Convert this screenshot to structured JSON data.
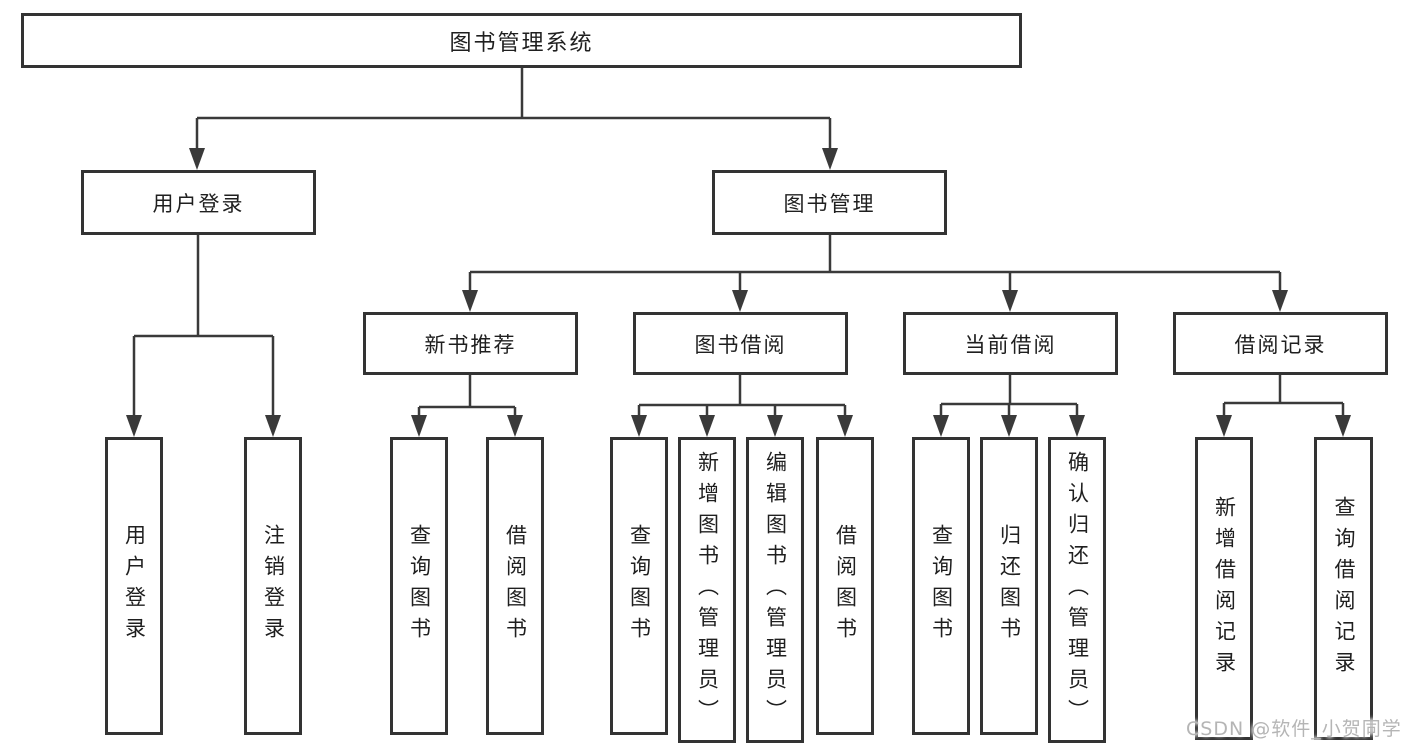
{
  "watermark": "CSDN @软件_小贺同学",
  "colors": {
    "line": "#3a3a3a",
    "box_border": "#333333",
    "text": "#1f1f1f",
    "watermark": "#b5b5b5",
    "background": "#ffffff"
  },
  "tree": {
    "root": "图书管理系统",
    "branches": [
      {
        "label": "用户登录",
        "children": [
          {
            "label": "用户登录"
          },
          {
            "label": "注销登录"
          }
        ]
      },
      {
        "label": "图书管理",
        "children": [
          {
            "label": "新书推荐",
            "children": [
              {
                "label": "查询图书"
              },
              {
                "label": "借阅图书"
              }
            ]
          },
          {
            "label": "图书借阅",
            "children": [
              {
                "label": "查询图书"
              },
              {
                "label": "新增图书（管理员）"
              },
              {
                "label": "编辑图书（管理员）"
              },
              {
                "label": "借阅图书"
              }
            ]
          },
          {
            "label": "当前借阅",
            "children": [
              {
                "label": "查询图书"
              },
              {
                "label": "归还图书"
              },
              {
                "label": "确认归还（管理员）"
              }
            ]
          },
          {
            "label": "借阅记录",
            "children": [
              {
                "label": "新增借阅记录"
              },
              {
                "label": "查询借阅记录"
              }
            ]
          }
        ]
      }
    ]
  }
}
